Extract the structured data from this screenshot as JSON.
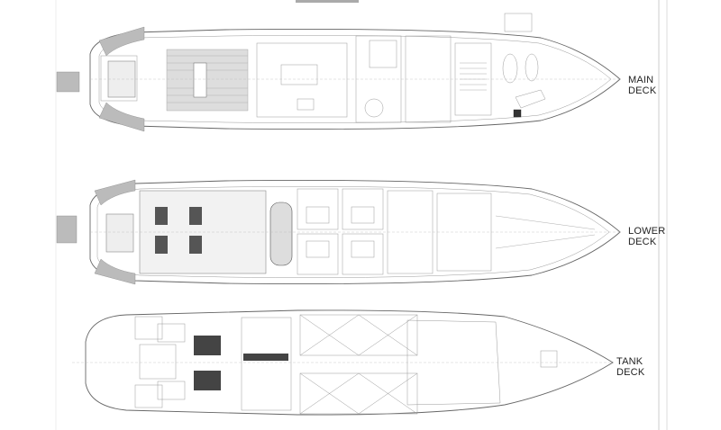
{
  "decks": [
    {
      "line1": "MAIN",
      "line2": "DECK"
    },
    {
      "line1": "LOWER",
      "line2": "DECK"
    },
    {
      "line1": "TANK",
      "line2": "DECK"
    }
  ],
  "colors": {
    "line": "#666666",
    "background": "#ffffff",
    "text": "#222222"
  }
}
